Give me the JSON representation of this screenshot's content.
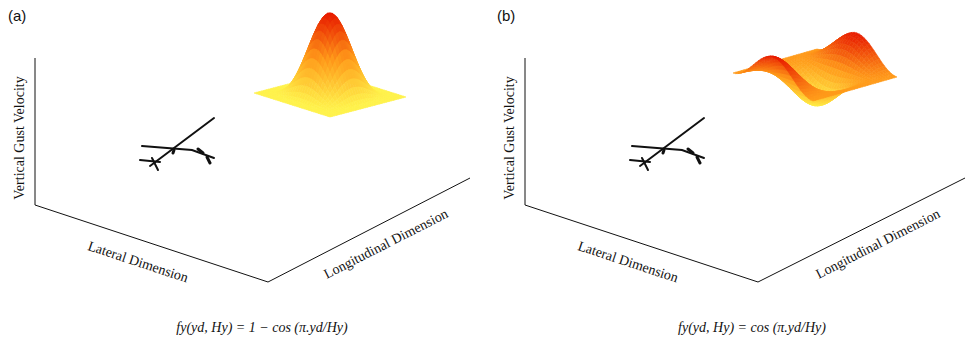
{
  "diagram": {
    "labels": [
      "(a)",
      "Vertical Gust Velocity",
      "Lateral Dimension",
      "Longitudinal Dimension",
      "fy(yd, Hy) = 1 − cos (π.yd/Hy)",
      "(b)",
      "Vertical Gust Velocity",
      "Lateral Dimension",
      "Longitudinal Dimension",
      "fy(yd, Hy) = cos (π.yd/Hy)"
    ]
  }
}
